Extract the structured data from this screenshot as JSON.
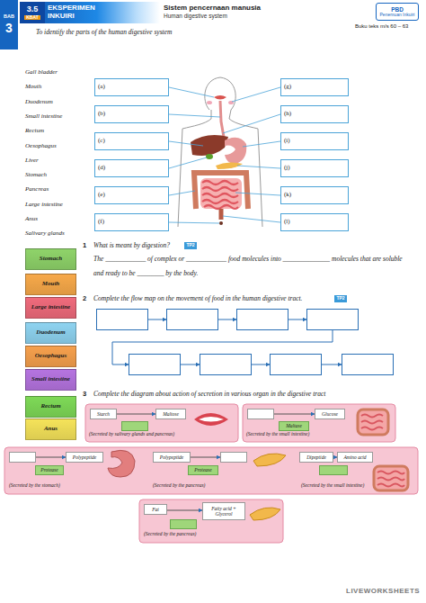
{
  "diagram": {
    "nodes": [
      {
        "text": [
          "BAB",
          "3"
        ]
      },
      {
        "text": [
          "3.5",
          "KBAT"
        ]
      },
      {
        "text": [
          "EKSPERIMEN",
          "INKUIRI"
        ]
      },
      {
        "text": [
          "PBD",
          "Penemuan Inkuiri"
        ]
      },
      {
        "text": [
          "(a)"
        ]
      },
      {
        "text": [
          "(b)"
        ]
      },
      {
        "text": [
          "(c)"
        ]
      },
      {
        "text": [
          "(d)"
        ]
      },
      {
        "text": [
          "(e)"
        ]
      },
      {
        "text": [
          "(f)"
        ]
      },
      {
        "text": [
          "(g)"
        ]
      },
      {
        "text": [
          "(h)"
        ]
      },
      {
        "text": [
          "(i)"
        ]
      },
      {
        "text": [
          "(j)"
        ]
      },
      {
        "text": [
          "(k)"
        ]
      },
      {
        "text": [
          "(l)"
        ]
      },
      {
        "text": [
          "TP2"
        ]
      },
      {
        "text": [
          "Stomach"
        ]
      },
      {
        "text": [
          "Mouth"
        ]
      },
      {
        "text": [
          "Large intestine"
        ]
      },
      {
        "text": [
          "Duodenum"
        ]
      },
      {
        "text": [
          "Oesophagus"
        ]
      },
      {
        "text": [
          "Small intestine"
        ]
      },
      {
        "text": [
          "Rectum"
        ]
      },
      {
        "text": [
          "Anus"
        ]
      },
      {
        "text": [
          "TP2"
        ]
      },
      {
        "text": []
      },
      {
        "text": []
      },
      {
        "text": []
      },
      {
        "text": []
      },
      {
        "text": []
      },
      {
        "text": []
      },
      {
        "text": []
      },
      {
        "text": []
      },
      {
        "text": [
          "(Secreted by salivary glands and pancreas)"
        ]
      },
      {
        "text": [
          "Starch"
        ],
        "in": 34
      },
      {
        "text": [
          "Maltose"
        ],
        "in": 34
      },
      {
        "text": [],
        "in": 34
      },
      {
        "text": [
          "(Secreted by the small intestine)"
        ]
      },
      {
        "text": [],
        "in": 38
      },
      {
        "text": [
          "Glucose"
        ],
        "in": 38
      },
      {
        "text": [
          "Maltase"
        ],
        "in": 38
      },
      {
        "text": [
          "(Secreted by the stomach)",
          "(Secreted by the pancreas)",
          "(Secreted by the small intestine)"
        ]
      },
      {
        "text": [],
        "in": 42
      },
      {
        "text": [
          "Polypeptide"
        ],
        "in": 42
      },
      {
        "text": [
          "Protease"
        ],
        "in": 42
      },
      {
        "text": [
          "Polypeptide"
        ],
        "in": 42
      },
      {
        "text": [],
        "in": 42
      },
      {
        "text": [
          "Protease"
        ],
        "in": 42
      },
      {
        "text": [
          "Dipeptide"
        ],
        "in": 42
      },
      {
        "text": [
          "Amino acid"
        ],
        "in": 42
      },
      {
        "text": [],
        "in": 42
      },
      {
        "text": [
          "(Secreted by the pancreas)"
        ]
      },
      {
        "text": [
          "Fat"
        ],
        "in": 52
      },
      {
        "text": [
          "Fatty acid + Glycerol"
        ],
        "in": 52
      },
      {
        "text": [],
        "in": 52
      }
    ],
    "edges": [
      {
        "from": 26,
        "to": 27,
        "arrow": "to"
      },
      {
        "from": 27,
        "to": 28,
        "arrow": "to"
      },
      {
        "from": 28,
        "to": 29,
        "arrow": "to"
      },
      {
        "from": 29,
        "to": 30,
        "arrow": "to"
      },
      {
        "from": 30,
        "to": 31,
        "arrow": "to"
      },
      {
        "from": 31,
        "to": 32,
        "arrow": "to"
      },
      {
        "from": 32,
        "to": 33,
        "arrow": "to"
      },
      {
        "from": 35,
        "to": 36,
        "arrow": "to"
      },
      {
        "from": 39,
        "to": 40,
        "arrow": "to"
      },
      {
        "from": 43,
        "to": 44,
        "arrow": "to"
      },
      {
        "from": 46,
        "to": 47,
        "arrow": "to"
      },
      {
        "from": 49,
        "to": 50,
        "arrow": "to"
      },
      {
        "from": 53,
        "to": 54,
        "arrow": "to"
      }
    ],
    "labels": [
      "Sistem pencernaan manusia",
      "Human digestive system",
      "Buku teks m/s 60 – 63",
      "To identify the parts of the human digestive system",
      "Gall bladder",
      "Mouth",
      "Duodenum",
      "Small intestine",
      "Rectum",
      "Oesophagus",
      "Liver",
      "Stomach",
      "Pancreas",
      "Large intestine",
      "Anus",
      "Salivary glands",
      "1",
      "What is meant by digestion?",
      "The ____________ of complex or ____________ food molecules into ______________ molecules that are soluble and ready to be ________ by the body.",
      "2",
      "Complete the flow map on the movement of food in the human digestive tract.",
      "3",
      "Complete the diagram about action of secretion in various organ in the digestive tract",
      "LIVEWORKSHEETS"
    ]
  }
}
